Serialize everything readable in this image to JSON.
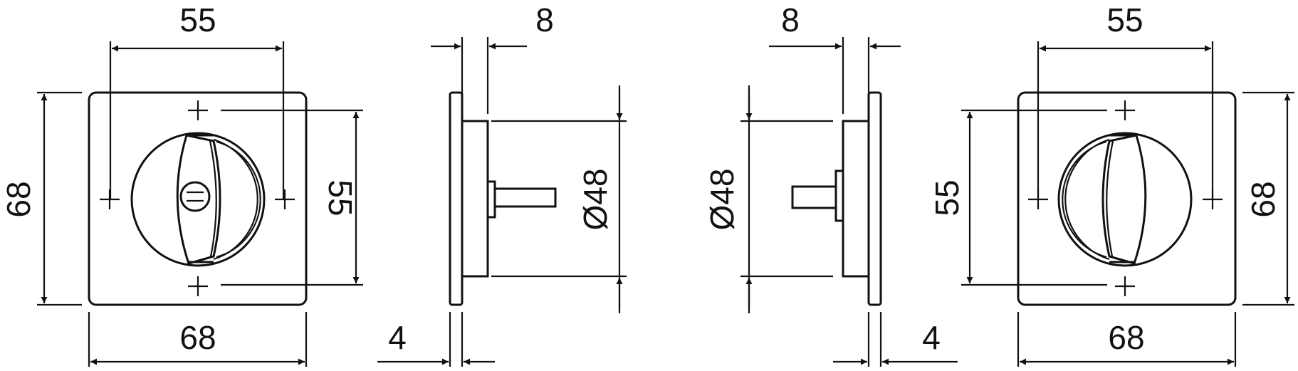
{
  "labels": {
    "front_width_holes": "55",
    "front_height": "68",
    "front_width": "68",
    "front_height_holes": "55",
    "side_depth": "8",
    "side_thickness": "4",
    "side_diameter": "Ø48",
    "side2_depth": "8",
    "side2_thickness": "4",
    "side2_diameter": "Ø48",
    "back_width_holes": "55",
    "back_height_holes": "55",
    "back_height": "68",
    "back_width": "68"
  }
}
